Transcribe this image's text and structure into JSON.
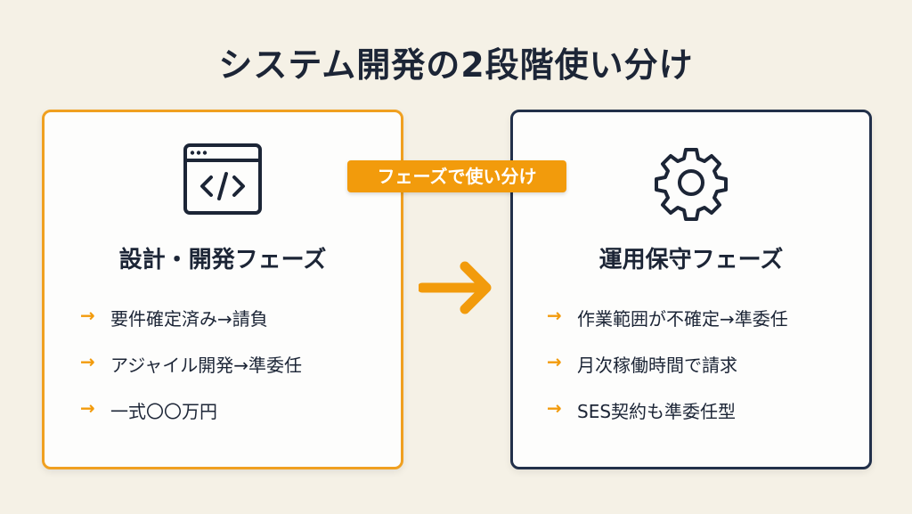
{
  "title": "システム開発の2段階使い分け",
  "badge": "フェーズで使い分け",
  "left": {
    "icon": "code-window-icon",
    "heading": "設計・開発フェーズ",
    "items": [
      "要件確定済み→請負",
      "アジャイル開発→準委任",
      "一式〇〇万円"
    ]
  },
  "right": {
    "icon": "gear-icon",
    "heading": "運用保守フェーズ",
    "items": [
      "作業範囲が不確定→準委任",
      "月次稼働時間で請求",
      "SES契約も準委任型"
    ]
  },
  "bullet": "→",
  "colors": {
    "accent": "#f29b0c",
    "navy": "#22304a",
    "background": "#f5f1e6"
  }
}
